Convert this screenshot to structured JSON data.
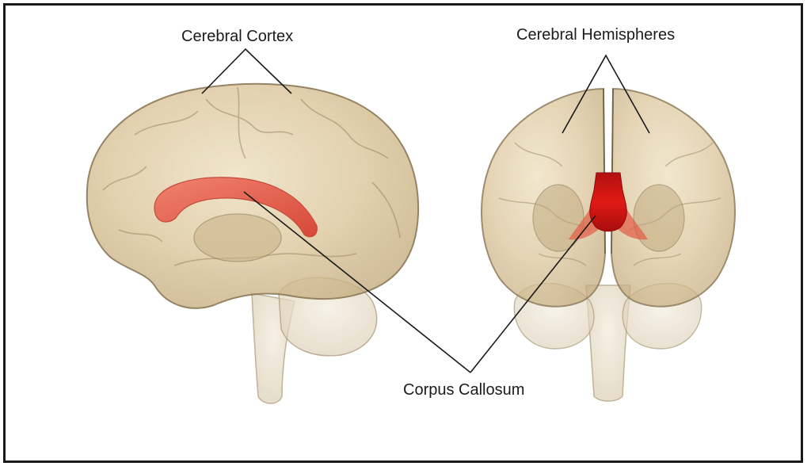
{
  "labels": {
    "cerebral_cortex": "Cerebral Cortex",
    "cerebral_hemispheres": "Cerebral Hemispheres",
    "corpus_callosum": "Corpus Callosum"
  },
  "colors": {
    "brain_tissue": "#d9c49a",
    "brain_outline": "#8c7a58",
    "corpus_callosum": "#e0463a",
    "leader_line": "#1a1a1a",
    "border": "#1a1a1a"
  }
}
